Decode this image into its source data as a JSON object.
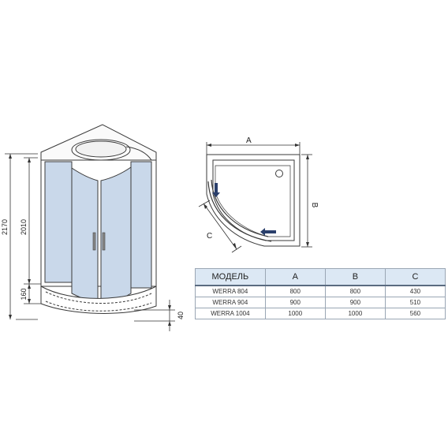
{
  "front_view": {
    "height_total": "2170",
    "height_panel": "2010",
    "height_tray": "160",
    "tray_step": "40"
  },
  "top_view": {
    "label_a": "A",
    "label_b": "B",
    "label_c": "C"
  },
  "spec_table": {
    "headers": [
      "МОДЕЛЬ",
      "A",
      "B",
      "C"
    ],
    "rows": [
      [
        "WERRA 804",
        "800",
        "800",
        "430"
      ],
      [
        "WERRA 904",
        "900",
        "900",
        "510"
      ],
      [
        "WERRA 1004",
        "1000",
        "1000",
        "560"
      ]
    ]
  },
  "colors": {
    "glass": "#c9d8ea",
    "outline": "#3a3a3a",
    "table_header": "#dce8f4",
    "arrow": "#2a3f6b"
  }
}
